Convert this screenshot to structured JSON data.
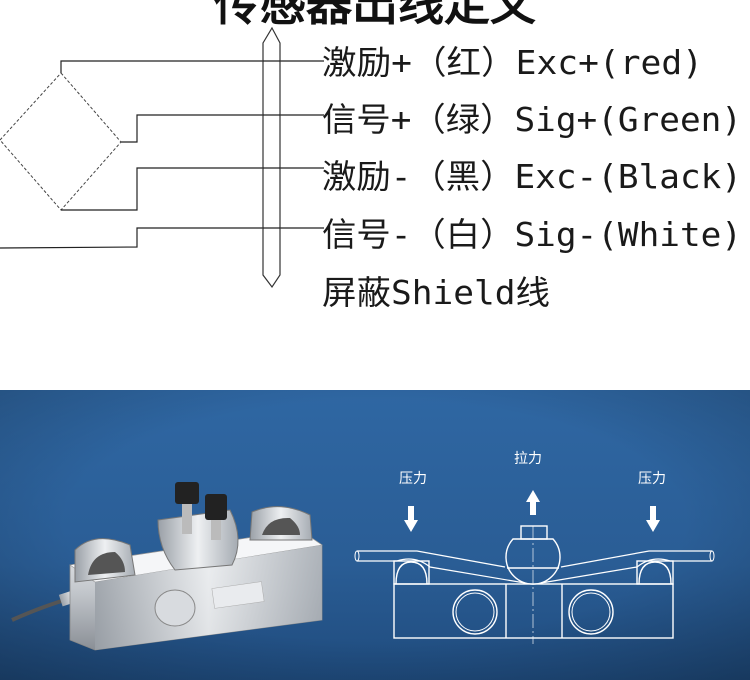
{
  "title": "传感器出线定义",
  "wires": [
    {
      "label": "激励+（红）Exc+(red)",
      "color": "#d32f2f"
    },
    {
      "label": "信号+（绿）Sig+(Green)",
      "color": "#2e7d32"
    },
    {
      "label": "激励-（黑）Exc-(Black)",
      "color": "#111111"
    },
    {
      "label": "信号-（白）Sig-(White)",
      "color": "#ffffff"
    },
    {
      "label": "屏蔽Shield线",
      "color": "#888888"
    }
  ],
  "diagram": {
    "left_force": "压力",
    "center_force": "拉力",
    "right_force": "压力"
  },
  "colors": {
    "band": "#2a5d95",
    "line": "#ffffff"
  }
}
